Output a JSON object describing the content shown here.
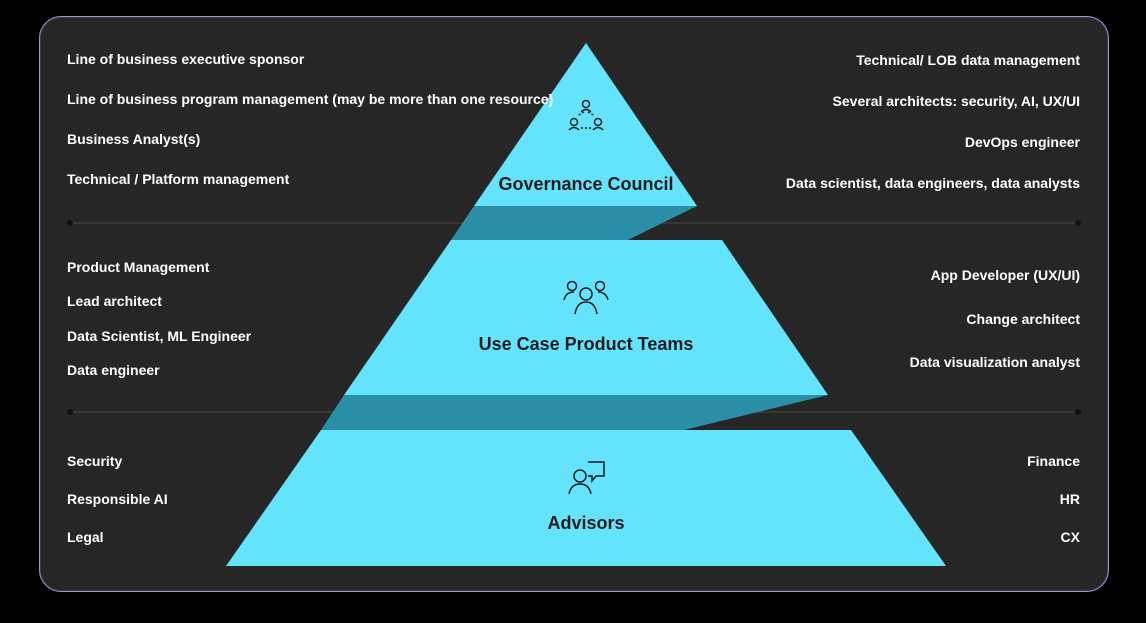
{
  "tiers": [
    {
      "title": "Governance Council",
      "icon": "network-people-icon",
      "left": [
        "Line of business executive sponsor",
        "Line of business program management (may be more than one resource)",
        "Business Analyst(s)",
        "Technical / Platform management"
      ],
      "right": [
        "Technical/ LOB data management",
        "Several architects: security, AI, UX/UI",
        "DevOps engineer",
        "Data scientist, data engineers, data analysts"
      ]
    },
    {
      "title": "Use Case Product Teams",
      "icon": "team-icon",
      "left": [
        "Product Management",
        "Lead architect",
        "Data Scientist, ML Engineer",
        "Data engineer"
      ],
      "right": [
        "App Developer (UX/UI)",
        "Change architect",
        "Data visualization analyst"
      ]
    },
    {
      "title": "Advisors",
      "icon": "person-chat-icon",
      "left": [
        "Security",
        "Responsible AI",
        "Legal"
      ],
      "right": [
        "Finance",
        "HR",
        "CX"
      ]
    }
  ],
  "colors": {
    "background": "#262626",
    "tier_fill": "#64e4fc",
    "connector_fill": "#2a8fa6",
    "text": "#ffffff",
    "title_text": "#1b1b1b"
  }
}
